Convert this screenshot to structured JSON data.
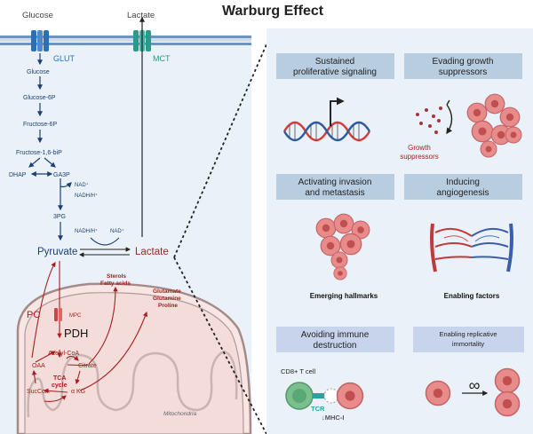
{
  "title": "Warburg Effect",
  "cell": {
    "glucose_outside": "Glucose",
    "lactate_outside": "Lactate",
    "glut": "GLUT",
    "mct": "MCT",
    "steps": [
      "Glucose",
      "Glucose-6P",
      "Fructose-6P",
      "Fructose-1,6-biP"
    ],
    "dhap": "DHAP",
    "ga3p": "GA3P",
    "nad_plus": "NAD⁺",
    "nadh": "NADH/H⁺",
    "pg3": "3PG",
    "ldh_nadh": "NADH/H⁺",
    "ldh_nad": "NAD⁺",
    "pyruvate": "Pyruvate",
    "lactate": "Lactate",
    "sterols": "Sterols",
    "fatty_acids": "Fatty acids",
    "glutamate": "Glutamate",
    "glutamine": "Glutamine",
    "proline": "Proline",
    "pc": "PC",
    "mpc": "MPC",
    "pdh": "PDH",
    "acetyl_coa": "Acetyl-CoA",
    "oaa": "OAA",
    "citrate": "Citrate",
    "tca_1": "TCA",
    "tca_2": "cycle",
    "succoa": "SucCoA",
    "akg": "α KG",
    "mitochondria": "Mitochondria"
  },
  "hallmarks": {
    "sustained_1": "Sustained",
    "sustained_2": "proliferative signaling",
    "evading_1": "Evading growth",
    "evading_2": "suppressors",
    "growth_supp_1": "Growth",
    "growth_supp_2": "suppressors",
    "invasion_1": "Activating invasion",
    "invasion_2": "and metastasis",
    "angio_1": "Inducing",
    "angio_2": "angiogenesis",
    "emerging": "Emerging hallmarks",
    "enabling": "Enabling factors",
    "immune_1": "Avoiding immune",
    "immune_2": "destruction",
    "replicative_1": "Enabling replicative",
    "replicative_2": "immortality",
    "cd8": "CD8+ T cell",
    "tcr": "TCR",
    "mhc": "↓MHC-I",
    "infinity": "∞"
  },
  "colors": {
    "pathway_blue": "#1d3f73",
    "mito_red": "#a52020",
    "title_box": "#b8cde0",
    "immune_box": "#c8d4ec",
    "panel_bg": "#eaf1f8",
    "tumor": "#e88b8b"
  }
}
